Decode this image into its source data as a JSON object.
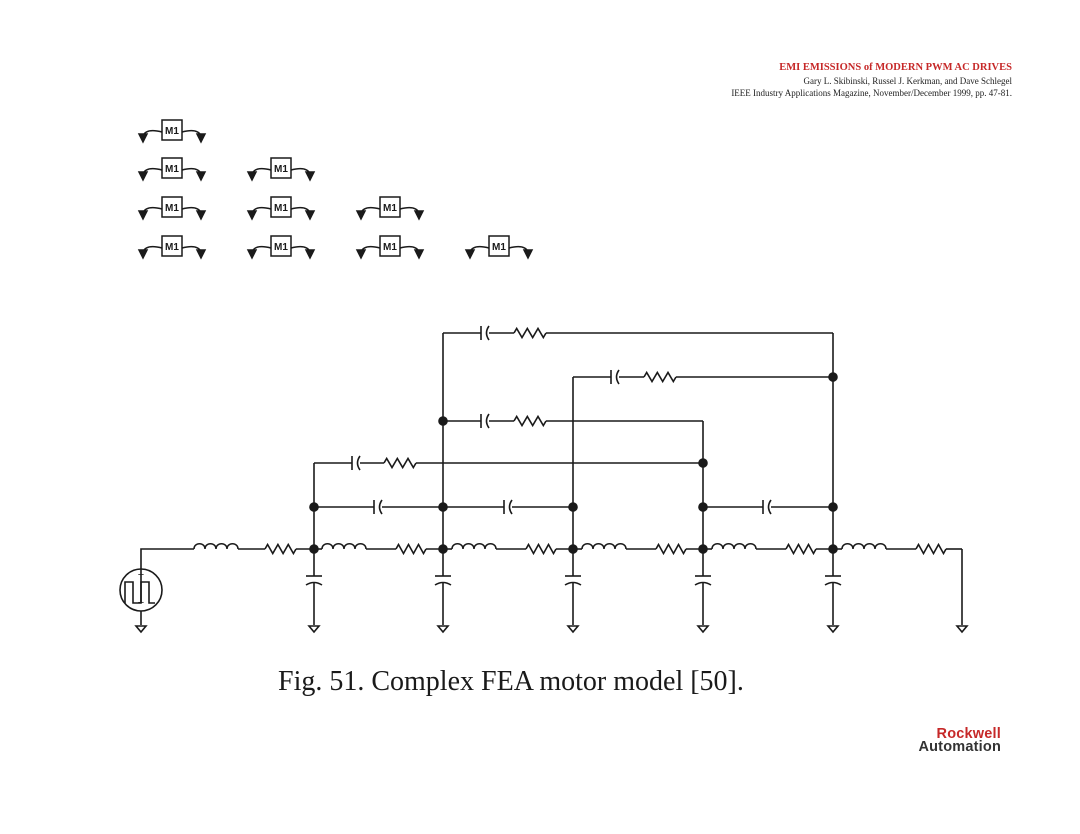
{
  "header": {
    "title": "EMI EMISSIONS of MODERN PWM AC DRIVES",
    "authors": "Gary L. Skibinski,  Russel J. Kerkman,  and  Dave Schlegel",
    "citation": "IEEE Industry Applications Magazine, November/December 1999, pp. 47-81."
  },
  "motor_symbol_label": "M1",
  "motor_rows": [
    1,
    2,
    3,
    4
  ],
  "source_symbol": {
    "plus": "+",
    "minus": "−"
  },
  "caption": "Fig. 51.  Complex FEA motor model  [50].",
  "logo": {
    "line1": "Rockwell",
    "line2": "Automation"
  },
  "colors": {
    "accent": "#c62828",
    "line": "#1a1a1a",
    "text": "#222222"
  }
}
